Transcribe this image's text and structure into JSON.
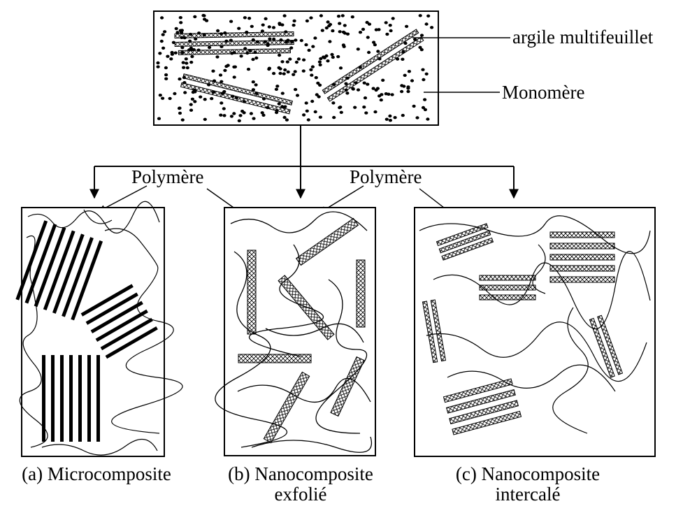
{
  "labels": {
    "clay": "argile multifeuillet",
    "monomer": "Monomère",
    "polymer_left": "Polymère",
    "polymer_right": "Polymère"
  },
  "captions": {
    "a": {
      "line1": "(a) Microcomposite",
      "line2": ""
    },
    "b": {
      "line1": "(b) Nanocomposite",
      "line2": "exfolié"
    },
    "c": {
      "line1": "(c) Nanocomposite",
      "line2": "intercalé"
    }
  },
  "colors": {
    "ink": "#000000",
    "background": "#ffffff"
  }
}
